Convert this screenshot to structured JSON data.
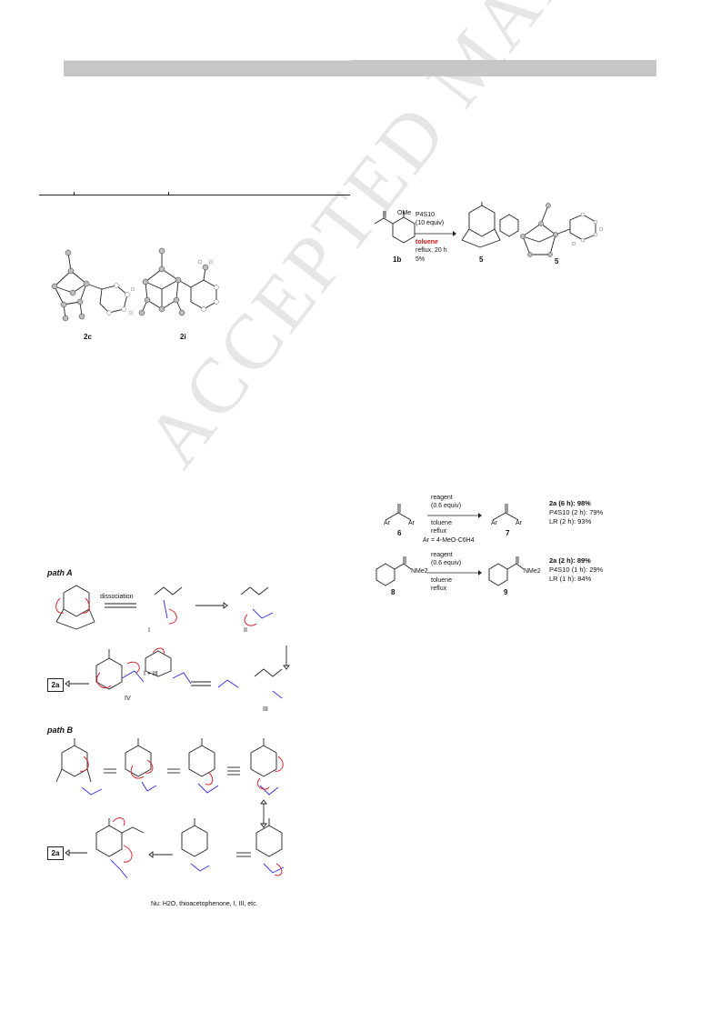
{
  "crystal_labels": [
    "2c",
    "2i"
  ],
  "scheme_5": {
    "reagent": "P4S10",
    "equiv": "(10 equiv)",
    "solvent": "toluene",
    "conditions": "reflux, 20 h",
    "yield": "5%",
    "label_start": "1b",
    "label_product": "5",
    "label_crystal": "5",
    "substituent": "OMe"
  },
  "scheme_7": {
    "reagent": "reagent",
    "equiv": "(0.6 equiv)",
    "solvent": "toluene",
    "conditions": "reflux",
    "ar_def": "Ar = 4-MeO-C6H4",
    "label_start": "6",
    "label_product": "7",
    "results": [
      "2a (6 h): 98%",
      "P4S10 (2 h): 79%",
      "LR (2 h): 93%"
    ]
  },
  "scheme_9": {
    "reagent": "reagent",
    "equiv": "(0.6 equiv)",
    "solvent": "toluene",
    "conditions": "reflux",
    "label_start": "8",
    "label_product": "9",
    "group": "NMe2",
    "results": [
      "2a (2 h): 89%",
      "P4S10 (1 h): 29%",
      "LR (1 h): 84%"
    ]
  },
  "mechanism": {
    "path_a": "path A",
    "path_b": "path B",
    "step_label": "dissociation",
    "box_label": "2a",
    "nu_note": "Nu: H2O, thioacetophenone, I, III, etc."
  },
  "watermark": "ACCEPTED MANUSCRIPT"
}
